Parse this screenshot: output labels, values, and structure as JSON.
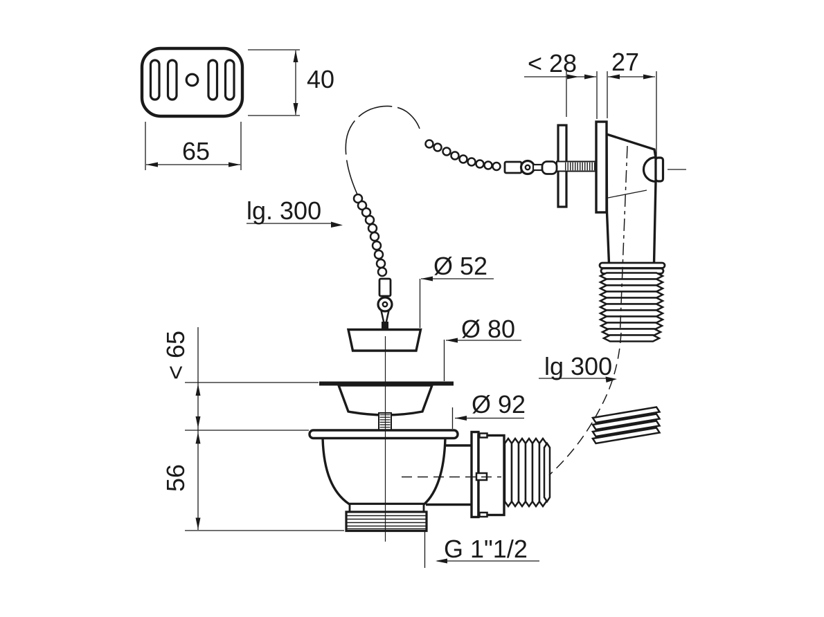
{
  "drawing": {
    "background": "#ffffff",
    "line_color": "#1a1a1a",
    "dimensions": {
      "grille_height": "40",
      "grille_width": "65",
      "wall_clearance": "< 28",
      "overflow_projection": "27",
      "chain_length": "lg. 300",
      "plug_diameter": "Ø 52",
      "strainer_diameter": "Ø 80",
      "flange_diameter": "Ø 92",
      "hose_length": "lg 300",
      "max_deck_thickness": "< 65",
      "body_height": "56",
      "outlet_thread": "G 1\"1/2"
    }
  }
}
